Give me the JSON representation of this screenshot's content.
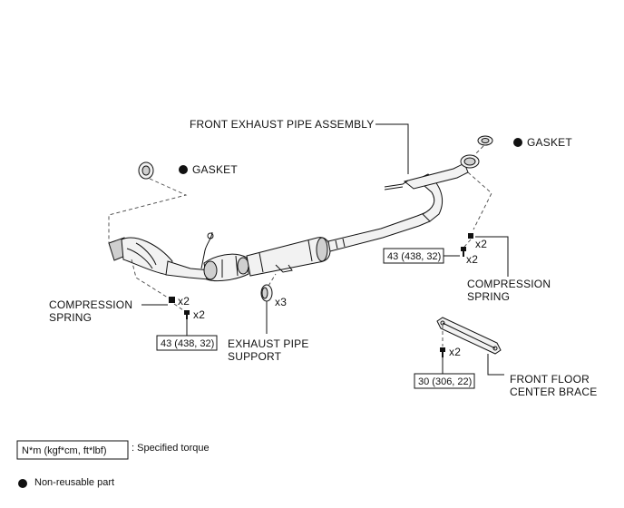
{
  "labels": {
    "front_exhaust_pipe_assembly": "FRONT EXHAUST PIPE ASSEMBLY",
    "gasket_left": "GASKET",
    "gasket_right": "GASKET",
    "compression_spring_left_1": "COMPRESSION",
    "compression_spring_left_2": "SPRING",
    "compression_spring_right_1": "COMPRESSION",
    "compression_spring_right_2": "SPRING",
    "exhaust_pipe_support_1": "EXHAUST PIPE",
    "exhaust_pipe_support_2": "SUPPORT",
    "front_floor_center_brace_1": "FRONT FLOOR",
    "front_floor_center_brace_2": "CENTER BRACE"
  },
  "quantities": {
    "left_spring": "x2",
    "left_bolt": "x2",
    "support": "x3",
    "right_spring": "x2",
    "right_bolt": "x2",
    "brace_bolt": "x2"
  },
  "torques": {
    "left": "43 (438, 32)",
    "right": "43 (438, 32)",
    "brace": "30 (306, 22)"
  },
  "legend": {
    "torque_box": "N*m (kgf*cm, ft*lbf)",
    "torque_desc": ": Specified torque",
    "nonreusable_desc": "Non-reusable part"
  },
  "colors": {
    "line": "#111111",
    "part_fill": "#f2f2f2",
    "part_shade": "#cfcfcf"
  }
}
